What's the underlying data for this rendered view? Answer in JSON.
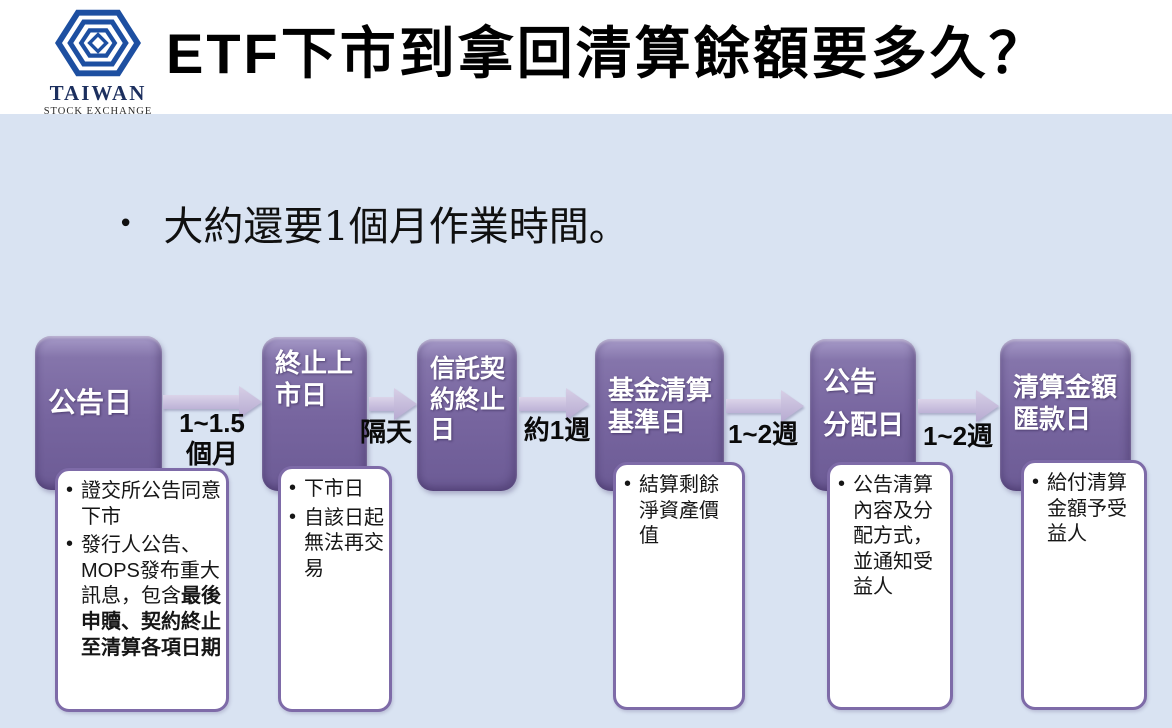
{
  "header": {
    "logo": {
      "name": "TAIWAN",
      "subname": "STOCK EXCHANGE",
      "icon": "twse-hexagon-logo",
      "logo_blue": "#1d4fa1"
    },
    "title": "ETF下市到拿回清算餘額要多久？"
  },
  "main": {
    "bullet_text": "大約還要1個月作業時間。"
  },
  "colors": {
    "background_blue": "#d9e3f2",
    "box_purple": "#77659f",
    "arrow_lavender": "#c3b7d8",
    "callout_border_purple": "#7e6ba8"
  },
  "flow": {
    "steps": [
      {
        "title": "公告日",
        "interval_to_next": "1~1.5\n個月",
        "details": [
          {
            "text": "證交所公告同意下市"
          },
          {
            "normal": "發行人公告、MOPS發布重大訊息，包含",
            "bold": "最後申贖、契約終止至清算各項日期"
          }
        ]
      },
      {
        "title": "終止上\n市日",
        "interval_to_next": "隔天",
        "details": [
          {
            "text": "下市日"
          },
          {
            "text": "自該日起無法再交易"
          }
        ]
      },
      {
        "title": "信託契\n約終止\n日",
        "interval_to_next": "約1週",
        "details": []
      },
      {
        "title": "基金清算\n基準日",
        "interval_to_next": "1~2週",
        "details": [
          {
            "text": "結算剩餘淨資產價值"
          }
        ]
      },
      {
        "title": "公告\n分配日",
        "interval_to_next": "1~2週",
        "details": [
          {
            "text": "公告清算內容及分配方式，並通知受益人"
          }
        ]
      },
      {
        "title": "清算金額\n匯款日",
        "details": [
          {
            "text": "給付清算金額予受益人"
          }
        ]
      }
    ]
  }
}
